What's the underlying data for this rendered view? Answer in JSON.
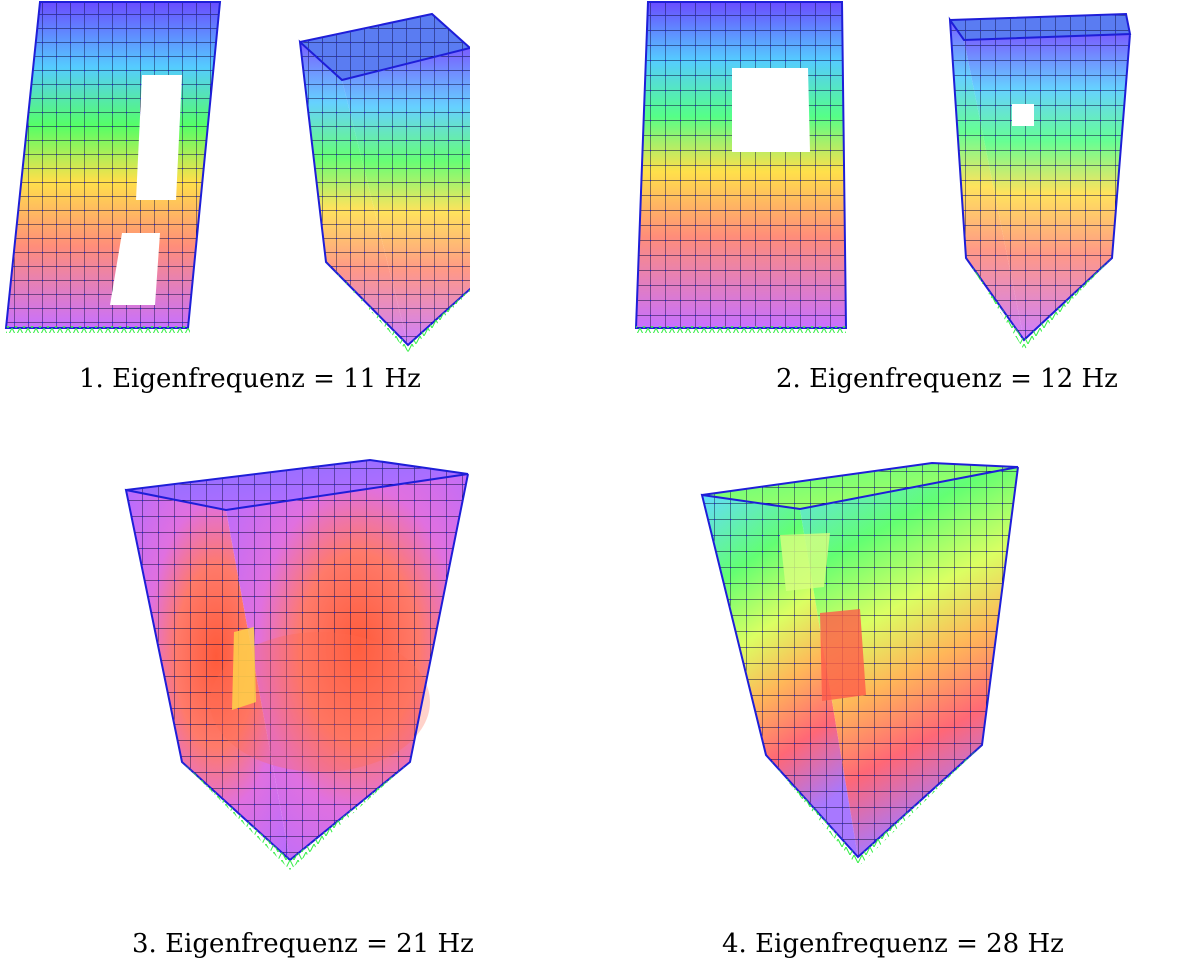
{
  "modes": [
    {
      "caption": "1. Eigenfrequenz = 11 Hz",
      "frequency_hz": 11
    },
    {
      "caption": "2. Eigenfrequenz = 12 Hz",
      "frequency_hz": 12
    },
    {
      "caption": "3. Eigenfrequenz = 21 Hz",
      "frequency_hz": 21
    },
    {
      "caption": "4. Eigenfrequenz = 28 Hz",
      "frequency_hz": 28
    }
  ],
  "colors": {
    "mesh_line": "#0a0a3a",
    "node": "#1e1ed8",
    "support": "#33ee44",
    "opening": "#ffffff"
  }
}
